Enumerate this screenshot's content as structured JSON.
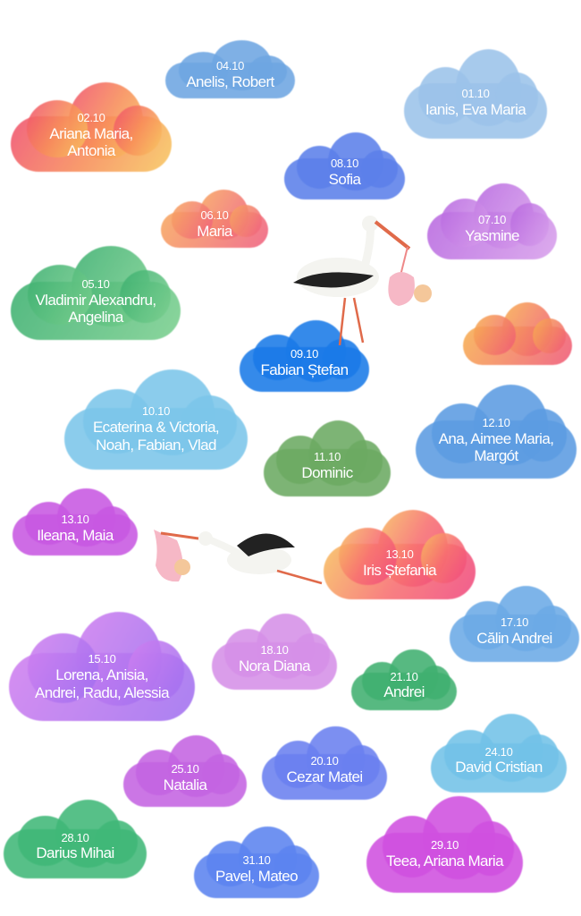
{
  "clouds": [
    {
      "date": "04.10",
      "lines": [
        "Anelis, Robert"
      ],
      "color": "#6ea6e2"
    },
    {
      "date": "01.10",
      "lines": [
        "Ianis, Eva Maria"
      ],
      "color": "#9cc3ea"
    },
    {
      "date": "02.10",
      "lines": [
        "Ariana Maria,",
        "Antonia"
      ],
      "color": "linear-gradient(120deg,#f0506e,#f88c5a,#f8c860)"
    },
    {
      "date": "08.10",
      "lines": [
        "Sofia"
      ],
      "color": "#5c80ea"
    },
    {
      "date": "06.10",
      "lines": [
        "Maria"
      ],
      "color": "linear-gradient(120deg,#f8a860,#f06080)"
    },
    {
      "date": "07.10",
      "lines": [
        "Yasmine"
      ],
      "color": "linear-gradient(120deg,#b868e0,#d8a0ec)"
    },
    {
      "date": "05.10",
      "lines": [
        "Vladimir Alexandru,",
        "Angelina"
      ],
      "color": "linear-gradient(120deg,#3cb070,#7cd090)"
    },
    {
      "date": "09.10",
      "lines": [
        "Fabian Ștefan"
      ],
      "color": "#1a7ae8"
    },
    {
      "date": "",
      "lines": [],
      "color": "linear-gradient(120deg,#f8b050,#f05878)"
    },
    {
      "date": "10.10",
      "lines": [
        "Ecaterina & Victoria,",
        "Noah, Fabian, Vlad"
      ],
      "color": "#7cc6ea"
    },
    {
      "date": "11.10",
      "lines": [
        "Dominic"
      ],
      "color": "#6caa62"
    },
    {
      "date": "12.10",
      "lines": [
        "Ana, Aimee Maria,",
        "Margót"
      ],
      "color": "#5c9ce2"
    },
    {
      "date": "13.10",
      "lines": [
        "Ileana, Maia"
      ],
      "color": "#c858e2"
    },
    {
      "date": "13.10",
      "lines": [
        "Iris Ștefania"
      ],
      "color": "linear-gradient(120deg,#f8c060,#f87070,#f04880)"
    },
    {
      "date": "17.10",
      "lines": [
        "Călin Andrei"
      ],
      "color": "#6caae6"
    },
    {
      "date": "15.10",
      "lines": [
        "Lorena, Anisia,",
        "Andrei, Radu, Alessia"
      ],
      "color": "linear-gradient(120deg,#d080f0,#a070f0)"
    },
    {
      "date": "18.10",
      "lines": [
        "Nora Diana"
      ],
      "color": "#d690e8"
    },
    {
      "date": "21.10",
      "lines": [
        "Andrei"
      ],
      "color": "#40b070"
    },
    {
      "date": "24.10",
      "lines": [
        "David Cristian"
      ],
      "color": "#72c2e8"
    },
    {
      "date": "25.10",
      "lines": [
        "Natalia"
      ],
      "color": "#c464e2"
    },
    {
      "date": "20.10",
      "lines": [
        "Cezar Matei"
      ],
      "color": "#6a80f0"
    },
    {
      "date": "28.10",
      "lines": [
        "Darius Mihai"
      ],
      "color": "#40b878"
    },
    {
      "date": "31.10",
      "lines": [
        "Pavel, Mateo"
      ],
      "color": "#5c84f0"
    },
    {
      "date": "29.10",
      "lines": [
        "Teea, Ariana Maria"
      ],
      "color": "#d050e0"
    }
  ]
}
